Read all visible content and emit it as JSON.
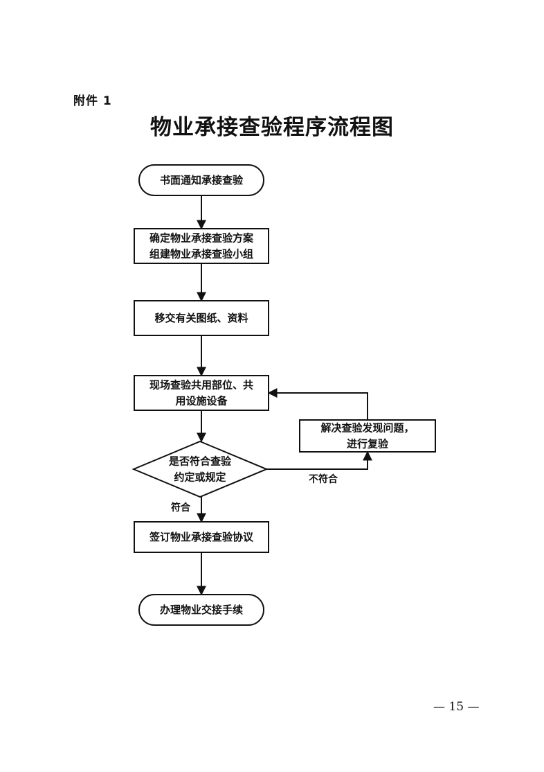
{
  "document": {
    "attachment_label": "附件 1",
    "title": "物业承接查验程序流程图",
    "page_number": "— 15 —"
  },
  "flowchart": {
    "nodes": {
      "start": {
        "shape": "rounded",
        "lines": [
          "书面通知承接查验"
        ]
      },
      "plan": {
        "shape": "rect",
        "lines": [
          "确定物业承接查验方案",
          "组建物业承接查验小组"
        ]
      },
      "handover_docs": {
        "shape": "rect",
        "lines": [
          "移交有关图纸、资料"
        ]
      },
      "inspect": {
        "shape": "rect",
        "lines": [
          "现场查验共用部位、共",
          "用设施设备"
        ]
      },
      "decision": {
        "shape": "diamond",
        "lines": [
          "是否符合查验",
          "约定或规定"
        ]
      },
      "fix": {
        "shape": "rect",
        "lines": [
          "解决查验发现问题，",
          "进行复验"
        ]
      },
      "sign": {
        "shape": "rect",
        "lines": [
          "签订物业承接查验协议"
        ]
      },
      "end": {
        "shape": "rounded",
        "lines": [
          "办理物业交接手续"
        ]
      }
    },
    "edges": [
      {
        "from": "start",
        "to": "plan",
        "label": ""
      },
      {
        "from": "plan",
        "to": "handover_docs",
        "label": ""
      },
      {
        "from": "handover_docs",
        "to": "inspect",
        "label": ""
      },
      {
        "from": "inspect",
        "to": "decision",
        "label": ""
      },
      {
        "from": "decision",
        "to": "fix",
        "label": "不符合"
      },
      {
        "from": "fix",
        "to": "inspect",
        "label": ""
      },
      {
        "from": "decision",
        "to": "sign",
        "label": "符合"
      },
      {
        "from": "sign",
        "to": "end",
        "label": ""
      }
    ]
  }
}
